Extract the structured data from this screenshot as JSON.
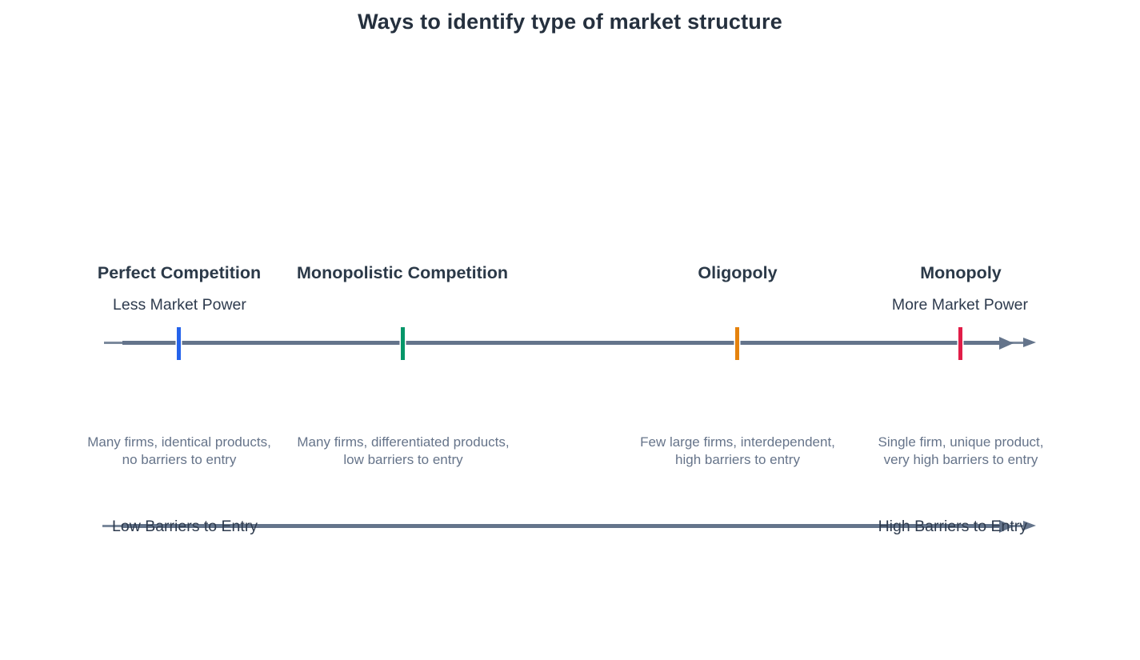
{
  "title": "Ways to identify type of market structure",
  "axes": {
    "market_power": {
      "left_label": "Less Market Power",
      "right_label": "More Market Power"
    },
    "barriers_to_entry": {
      "left_label": "Low Barriers to Entry",
      "right_label": "High Barriers to Entry"
    }
  },
  "structures": [
    {
      "name": "Perfect Competition",
      "tick_color": "#2563eb",
      "desc_line1": "Many firms, identical products,",
      "desc_line2": "no barriers to entry"
    },
    {
      "name": "Monopolistic Competition",
      "tick_color": "#059669",
      "desc_line1": "Many firms, differentiated products,",
      "desc_line2": "low barriers to entry"
    },
    {
      "name": "Oligopoly",
      "tick_color": "#e5820d",
      "desc_line1": "Few large firms, interdependent,",
      "desc_line2": "high barriers to entry"
    },
    {
      "name": "Monopoly",
      "tick_color": "#e11d48",
      "desc_line1": "Single firm, unique product,",
      "desc_line2": "very high barriers to entry"
    }
  ],
  "colors": {
    "axis_line": "#64748b",
    "title_text": "#25303e",
    "label_text": "#2b3948",
    "power_text": "#2e3b4e",
    "desc_text": "#66748a"
  }
}
